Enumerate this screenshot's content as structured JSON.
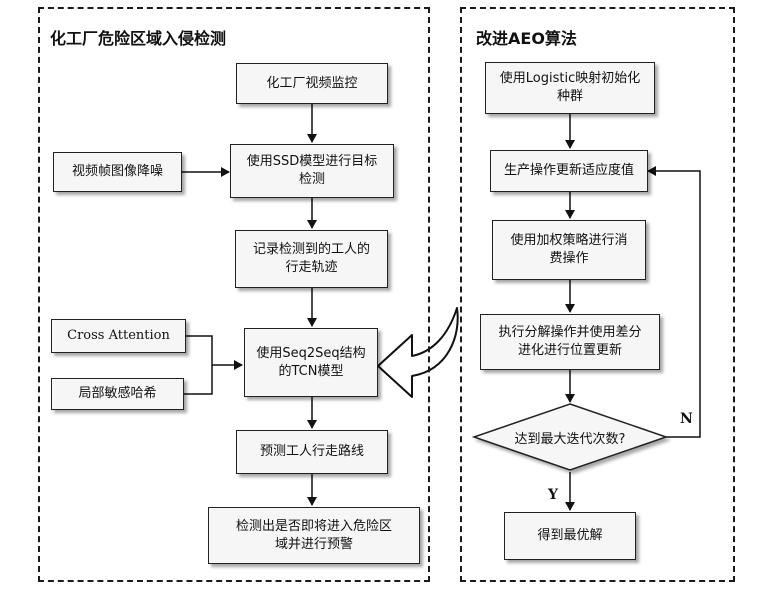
{
  "left_panel": {
    "title": "化工厂危险区域入侵检测",
    "boxes": {
      "video_monitor": "化工厂视频监控",
      "ssd_detection": "使用SSD模型进行目标\n检测",
      "record_trajectory": "记录检测到的工人的\n行走轨迹",
      "seq2seq_tcn": "使用Seq2Seq结构\n的TCN模型",
      "predict_route": "预测工人行走路线",
      "warning": "检测出是否即将进入危险区\n域并进行预警",
      "denoise": "视频帧图像降噪",
      "cross_attention": "Cross Attention",
      "lsh": "局部敏感哈希"
    }
  },
  "right_panel": {
    "title": "改进AEO算法",
    "boxes": {
      "init_population": "使用Logistic映射初始化\n种群",
      "production": "生产操作更新适应度值",
      "consumption": "使用加权策略进行消\n费操作",
      "decomposition": "执行分解操作并使用差分\n进化进行位置更新",
      "decision": "达到最大迭代次数?",
      "best_solution": "得到最优解"
    },
    "labels": {
      "yes": "Y",
      "no": "N"
    }
  }
}
